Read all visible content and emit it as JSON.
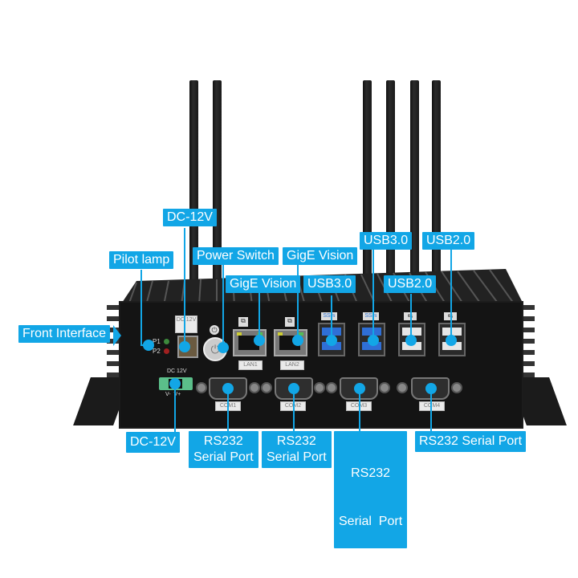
{
  "accent_color": "#12a6e6",
  "labels": {
    "dc12v_top": "DC-12V",
    "pilot_lamp": "Pilot lamp",
    "power_switch": "Power Switch",
    "gige_vision_top": "GigE Vision",
    "gige_vision_mid": "GigE Vision",
    "usb30_top": "USB3.0",
    "usb20_top": "USB2.0",
    "usb30_mid": "USB3.0",
    "usb20_mid": "USB2.0",
    "front_interface": "Front Interface",
    "dc12v_bottom": "DC-12V",
    "rs232_1_line1": "RS232",
    "rs232_1_line2": "Serial Port",
    "rs232_2_line1": "RS232",
    "rs232_2_line2": "Serial Port",
    "rs232_3_line1": "RS232",
    "rs232_3_line2": "Serial  Port",
    "rs232_4": "RS232 Serial Port"
  },
  "device": {
    "led_labels": [
      "P1",
      "P2"
    ],
    "dc_jack_label": "DC 12V",
    "terminal_label": "DC 12V",
    "terminal_pins": "V-  V+",
    "lan_ports": [
      "LAN1",
      "LAN2"
    ],
    "com_ports": [
      "COM1",
      "COM2",
      "COM3",
      "COM4"
    ],
    "usb3_icon": "SS⇆",
    "usb2_icon": "⇆",
    "antenna_count": 6
  }
}
